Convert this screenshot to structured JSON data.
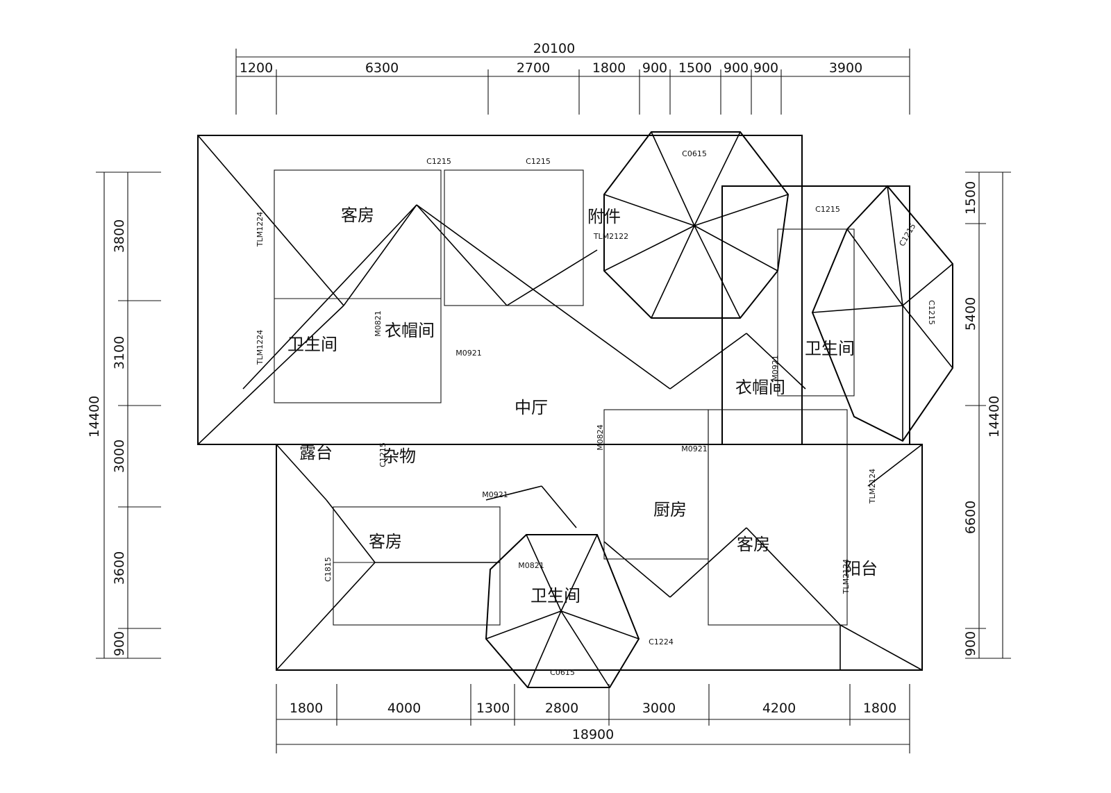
{
  "dimensions": {
    "top_total": "20100",
    "top": [
      "1200",
      "6300",
      "2700",
      "1800",
      "900",
      "1500",
      "900",
      "900",
      "3900"
    ],
    "bottom_total": "18900",
    "bottom": [
      "1800",
      "4000",
      "1300",
      "2800",
      "3000",
      "4200",
      "1800"
    ],
    "left_total": "14400",
    "left": [
      "3800",
      "3100",
      "3000",
      "3600",
      "900"
    ],
    "right_total": "14400",
    "right": [
      "1500",
      "5400",
      "6600",
      "900"
    ]
  },
  "rooms": {
    "guest_room_1": "客房",
    "walkin_closet_1": "衣帽间",
    "bathroom_1": "卫生间",
    "pantry": "附件",
    "living_room": "中厅",
    "terrace": "露台",
    "storage": "杂物",
    "guest_room_2": "客房",
    "bathroom_2": "卫生间",
    "kitchen": "厨房",
    "walkin_closet_2": "衣帽间",
    "bathroom_3": "卫生间",
    "guest_room_3": "客房",
    "balcony": "阳台"
  },
  "tags": {
    "c1215_a": "C1215",
    "c1215_b": "C1215",
    "c0615_top": "C0615",
    "c1215_c": "C1215",
    "c1215_d": "C1215",
    "tlm1224": "TLM1224",
    "tlm1224_b": "TLM1224",
    "m0921_a": "M0921",
    "m0921_b": "M0921",
    "m0921_c": "M0921",
    "m0821": "M0821",
    "m0821_b": "M0821",
    "tlm2122": "TLM2122",
    "m0824": "M0824",
    "c1815": "C1815",
    "c0615_bot": "C0615",
    "c1224": "C1224",
    "tlm2124": "TLM2124",
    "tlm2124_b": "TLM2124",
    "c1215_e": "C1215",
    "m0921_d": "M0921",
    "c1215_f": "C1215"
  }
}
